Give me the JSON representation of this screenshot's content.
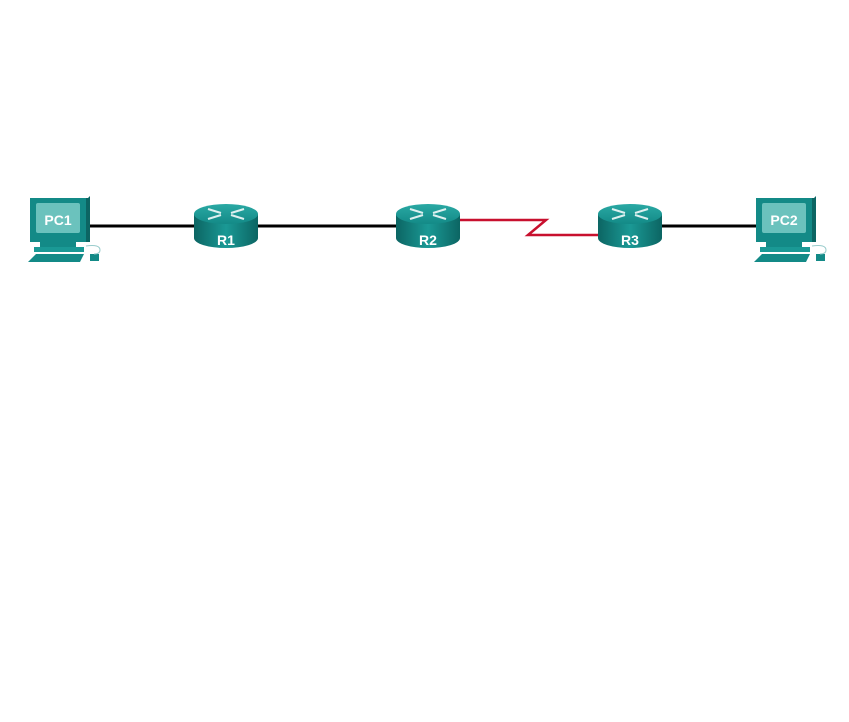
{
  "devices": {
    "pc1": {
      "label": "PC1"
    },
    "r1": {
      "label": "R1"
    },
    "r2": {
      "label": "R2"
    },
    "r3": {
      "label": "R3"
    },
    "pc2": {
      "label": "PC2"
    }
  },
  "links": [
    {
      "from": "PC1",
      "to": "R1",
      "type": "ethernet",
      "color": "#000000"
    },
    {
      "from": "R1",
      "to": "R2",
      "type": "ethernet",
      "color": "#000000"
    },
    {
      "from": "R2",
      "to": "R3",
      "type": "serial",
      "color": "#c8102e"
    },
    {
      "from": "R3",
      "to": "PC2",
      "type": "ethernet",
      "color": "#000000"
    }
  ],
  "colors": {
    "device": "#138a87",
    "device_dark": "#0c6563",
    "screen": "#6bc2bd"
  }
}
